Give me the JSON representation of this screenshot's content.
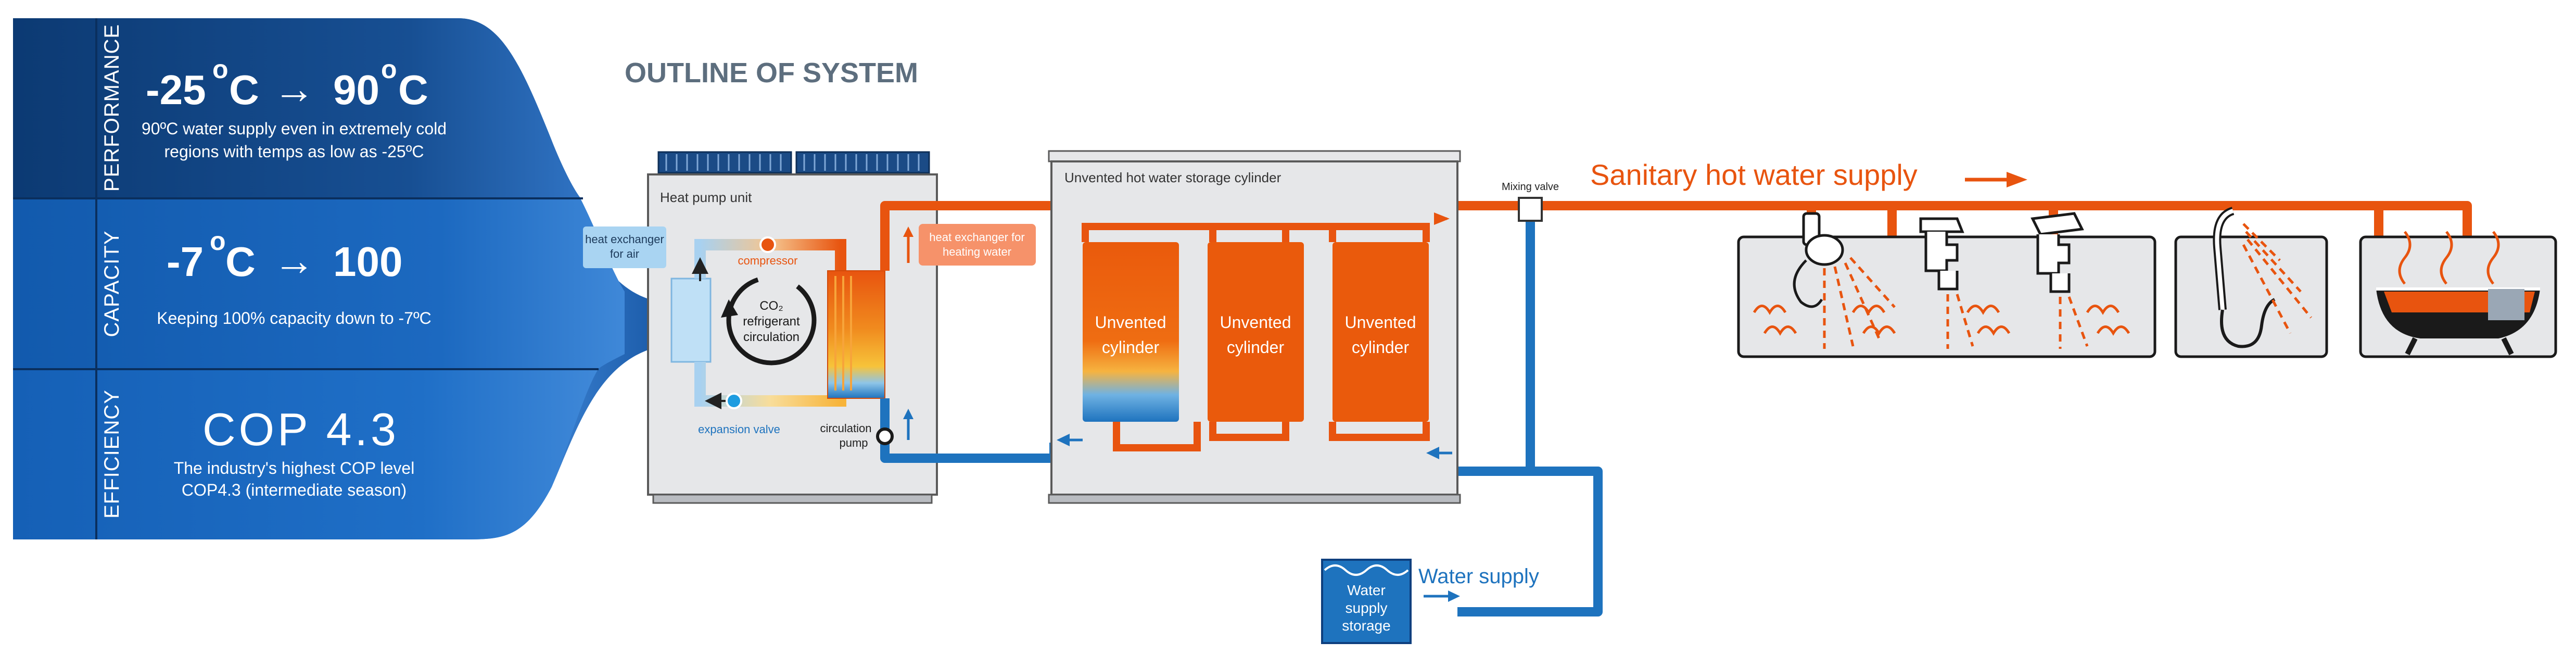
{
  "left_panel": {
    "performance": {
      "side_label": "PERFORMANCE",
      "range_from": "-25",
      "range_to": "90",
      "deg": "o",
      "unit": "C",
      "arrow": "→",
      "desc_line1": "90ºC water supply even in extremely cold",
      "desc_line2": "regions with temps as low as -25ºC"
    },
    "capacity": {
      "side_label": "CAPACITY",
      "value_from": "-7",
      "deg": "o",
      "unit": "C",
      "arrow": "→",
      "value_to": "100",
      "desc": "Keeping 100% capacity down to -7ºC"
    },
    "efficiency": {
      "side_label": "EFFICIENCY",
      "value": "COP 4.3",
      "desc_line1": "The industry's highest COP level",
      "desc_line2": "COP4.3 (intermediate season)"
    }
  },
  "diagram": {
    "title": "OUTLINE OF SYSTEM",
    "heat_pump": {
      "title": "Heat pump unit",
      "air_hx_line1": "heat exchanger",
      "air_hx_line2": "for air",
      "compressor": "compressor",
      "co2_line1": "CO₂",
      "co2_line2": "refrigerant",
      "co2_line3": "circulation",
      "expansion_valve": "expansion valve",
      "water_hx_line1": "heat exchanger for",
      "water_hx_line2": "heating water",
      "pump_line1": "circulation",
      "pump_line2": "pump"
    },
    "storage": {
      "title": "Unvented hot water storage cylinder",
      "cylinders": [
        {
          "line1": "Unvented",
          "line2": "cylinder"
        },
        {
          "line1": "Unvented",
          "line2": "cylinder"
        },
        {
          "line1": "Unvented",
          "line2": "cylinder"
        }
      ]
    },
    "mixing_valve": "Mixing valve",
    "hot_supply": "Sanitary hot water supply",
    "water_supply": "Water supply",
    "water_storage_line1": "Water",
    "water_storage_line2": "supply",
    "water_storage_line3": "storage"
  },
  "colors": {
    "navy": "#0d3f7e",
    "blue": "#1565c0",
    "pipe_blue": "#1e73be",
    "orange": "#e8540f",
    "cylinder_orange": "#ea5a0c",
    "panel_grey": "#e6e7e9",
    "outline_grey": "#5a5a5a",
    "title_grey": "#5d6e7e"
  }
}
